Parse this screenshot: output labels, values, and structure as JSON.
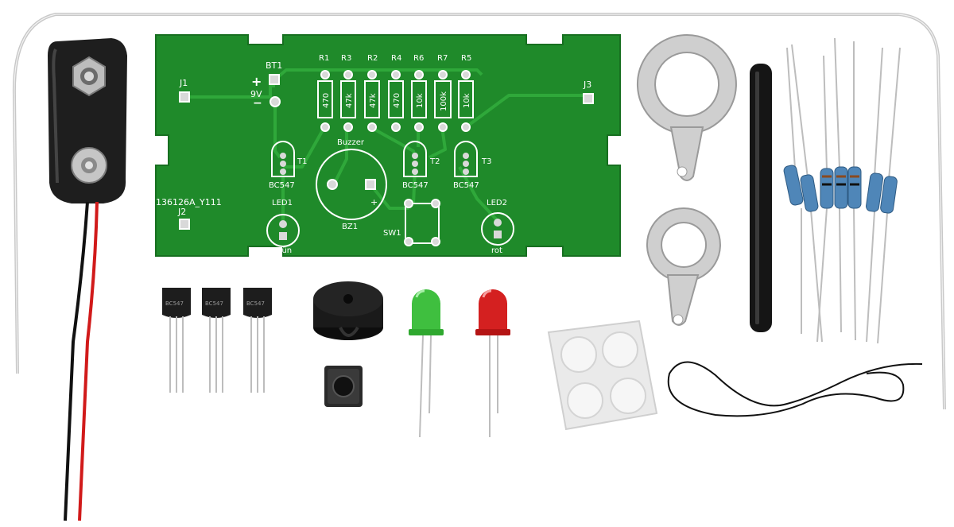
{
  "colors": {
    "pcb": "#1f8a2a",
    "pcb_dark": "#176f20",
    "trace": "#2fa83a",
    "silkscreen": "#ffffff",
    "pad": "#d9d9d9",
    "led_green": "#3fbf3f",
    "led_red": "#d42020",
    "battery_clip": "#1e1e1e",
    "wire_red": "#d11a1a",
    "wire_black": "#111111",
    "metal": "#cfcfcf",
    "heatshrink": "#151515",
    "resistor_body": "#4f86b8"
  },
  "pcb": {
    "designators": {
      "bt1": "BT1",
      "j1": "J1",
      "j2": "J2",
      "j3": "J3",
      "r1": "R1",
      "r2": "R2",
      "r3": "R3",
      "r4": "R4",
      "r5": "R5",
      "r6": "R6",
      "r7": "R7",
      "t1": "T1",
      "t2": "T2",
      "t3": "T3",
      "led1": "LED1",
      "led2": "LED2",
      "bz1": "BZ1",
      "sw1": "SW1"
    },
    "labels": {
      "plus": "+",
      "voltage": "9V",
      "minus": "−",
      "buzzer": "Buzzer",
      "buzzer_plus": "+",
      "t1_type": "BC547",
      "t2_type": "BC547",
      "t3_type": "BC547",
      "board_id": "136126A_Y111",
      "led1_color": "grün",
      "led2_color": "rot"
    },
    "resistor_values": {
      "r1": "470",
      "r3": "47k",
      "r2": "47k",
      "r4": "470",
      "r6": "10k",
      "r7": "100k",
      "r5": "10k"
    }
  },
  "components": {
    "transistor_marking": "BC547"
  }
}
